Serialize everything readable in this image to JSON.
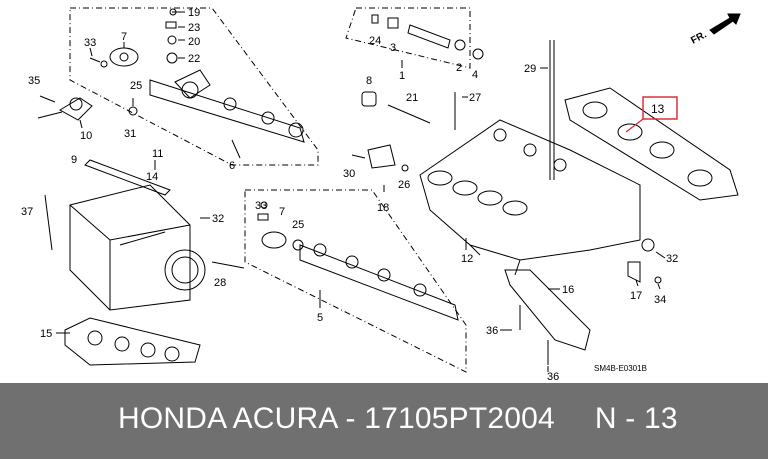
{
  "diagram": {
    "callouts": [
      {
        "id": "c19",
        "text": "19"
      },
      {
        "id": "c23",
        "text": "23"
      },
      {
        "id": "c20",
        "text": "20"
      },
      {
        "id": "c22",
        "text": "22"
      },
      {
        "id": "c33a",
        "text": "33"
      },
      {
        "id": "c7a",
        "text": "7"
      },
      {
        "id": "c35",
        "text": "35"
      },
      {
        "id": "c25a",
        "text": "25"
      },
      {
        "id": "c31",
        "text": "31"
      },
      {
        "id": "c10",
        "text": "10"
      },
      {
        "id": "c9",
        "text": "9"
      },
      {
        "id": "c6",
        "text": "6"
      },
      {
        "id": "c11",
        "text": "11"
      },
      {
        "id": "c14",
        "text": "14"
      },
      {
        "id": "c37",
        "text": "37"
      },
      {
        "id": "c32a",
        "text": "32"
      },
      {
        "id": "c28",
        "text": "28"
      },
      {
        "id": "c15",
        "text": "15"
      },
      {
        "id": "c33b",
        "text": "33"
      },
      {
        "id": "c7b",
        "text": "7"
      },
      {
        "id": "c25b",
        "text": "25"
      },
      {
        "id": "c5",
        "text": "5"
      },
      {
        "id": "c24",
        "text": "24"
      },
      {
        "id": "c3",
        "text": "3"
      },
      {
        "id": "c2",
        "text": "2"
      },
      {
        "id": "c4",
        "text": "4"
      },
      {
        "id": "c1",
        "text": "1"
      },
      {
        "id": "c29",
        "text": "29"
      },
      {
        "id": "c8",
        "text": "8"
      },
      {
        "id": "c21",
        "text": "21"
      },
      {
        "id": "c27",
        "text": "27"
      },
      {
        "id": "c30",
        "text": "30"
      },
      {
        "id": "c26",
        "text": "26"
      },
      {
        "id": "c18",
        "text": "18"
      },
      {
        "id": "c12",
        "text": "12"
      },
      {
        "id": "c16",
        "text": "16"
      },
      {
        "id": "c36a",
        "text": "36"
      },
      {
        "id": "c36b",
        "text": "36"
      },
      {
        "id": "c32b",
        "text": "32"
      },
      {
        "id": "c17",
        "text": "17"
      },
      {
        "id": "c34",
        "text": "34"
      }
    ],
    "highlight_label": "13",
    "highlight_color": "#e0202a",
    "direction_label": "FR.",
    "code_label": "SM4B-E0301B"
  },
  "footer": {
    "brand": "HONDA ACURA",
    "separator": " - ",
    "part_number": "17105PT2004",
    "position_label": "N - 13",
    "background": "#707070",
    "text_color": "#ffffff"
  }
}
